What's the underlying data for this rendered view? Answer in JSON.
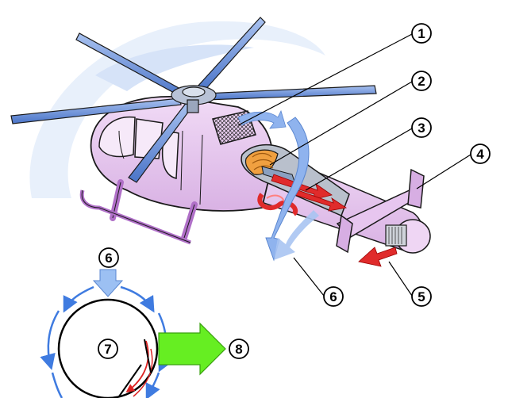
{
  "callouts": [
    {
      "id": "c1",
      "label": "1"
    },
    {
      "id": "c2",
      "label": "2"
    },
    {
      "id": "c3",
      "label": "3"
    },
    {
      "id": "c4",
      "label": "4"
    },
    {
      "id": "c5",
      "label": "5"
    },
    {
      "id": "c6",
      "label": "6"
    },
    {
      "id": "c6b",
      "label": "6"
    },
    {
      "id": "c7",
      "label": "7"
    },
    {
      "id": "c8",
      "label": "8"
    }
  ],
  "colors": {
    "fuselage": "#e7c6ef",
    "fuselage_shade": "#c99fd4",
    "outline": "#1a1a1a",
    "rotor_blade": "#5b86d9",
    "rotor_blade_light": "#a9c2f0",
    "airflow_blue": "#8fb3ee",
    "airflow_light": "#c9dcf7",
    "exhaust_red": "#e02b2b",
    "engine_orange": "#f0a040",
    "thrust_green": "#66ee22",
    "skid": "#b070c8"
  }
}
